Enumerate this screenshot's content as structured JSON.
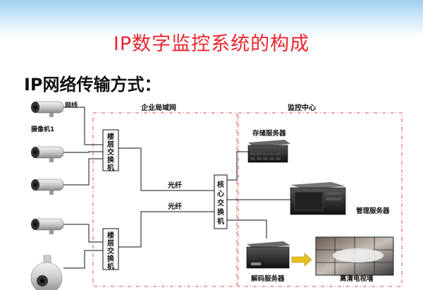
{
  "title": "IP数字监控系统的构成",
  "subtitle": "IP网络传输方式：",
  "labels": {
    "wire": "网线",
    "camera": "摄像机1",
    "lan": "企业局域网",
    "monitor_center": "监控中心",
    "floor_switch": "楼层交换机",
    "core_switch": "核心交换机",
    "fiber": "光纤",
    "storage_server": "存储服务器",
    "mgmt_server": "管理服务器",
    "decode_server": "解码服务器",
    "video_wall": "高清电视墙"
  },
  "colors": {
    "title": "#e8262e",
    "dashed_box": "#e05050",
    "arrow": "#e8c020"
  }
}
